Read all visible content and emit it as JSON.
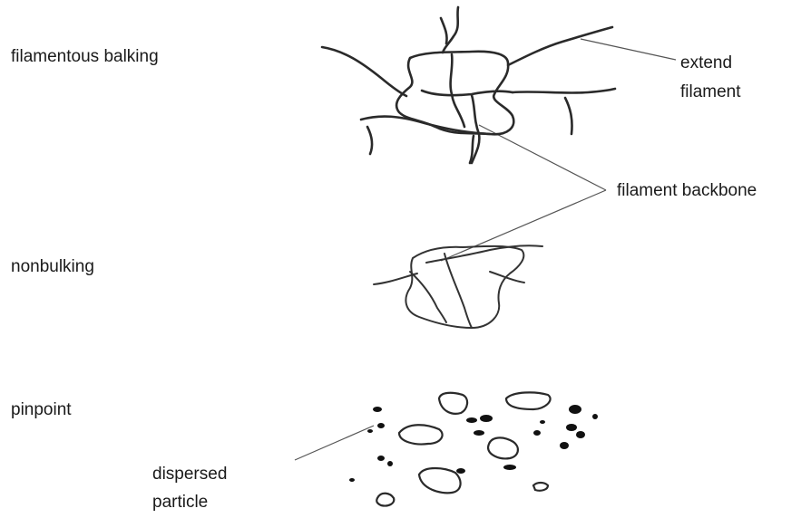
{
  "labels": {
    "filamentous": "filamentous balking",
    "extend_line1": "extend",
    "extend_line2": "filament",
    "backbone": "filament backbone",
    "nonbulking": "nonbulking",
    "pinpoint": "pinpoint",
    "dispersed_line1": "dispersed",
    "dispersed_line2": "particle"
  }
}
